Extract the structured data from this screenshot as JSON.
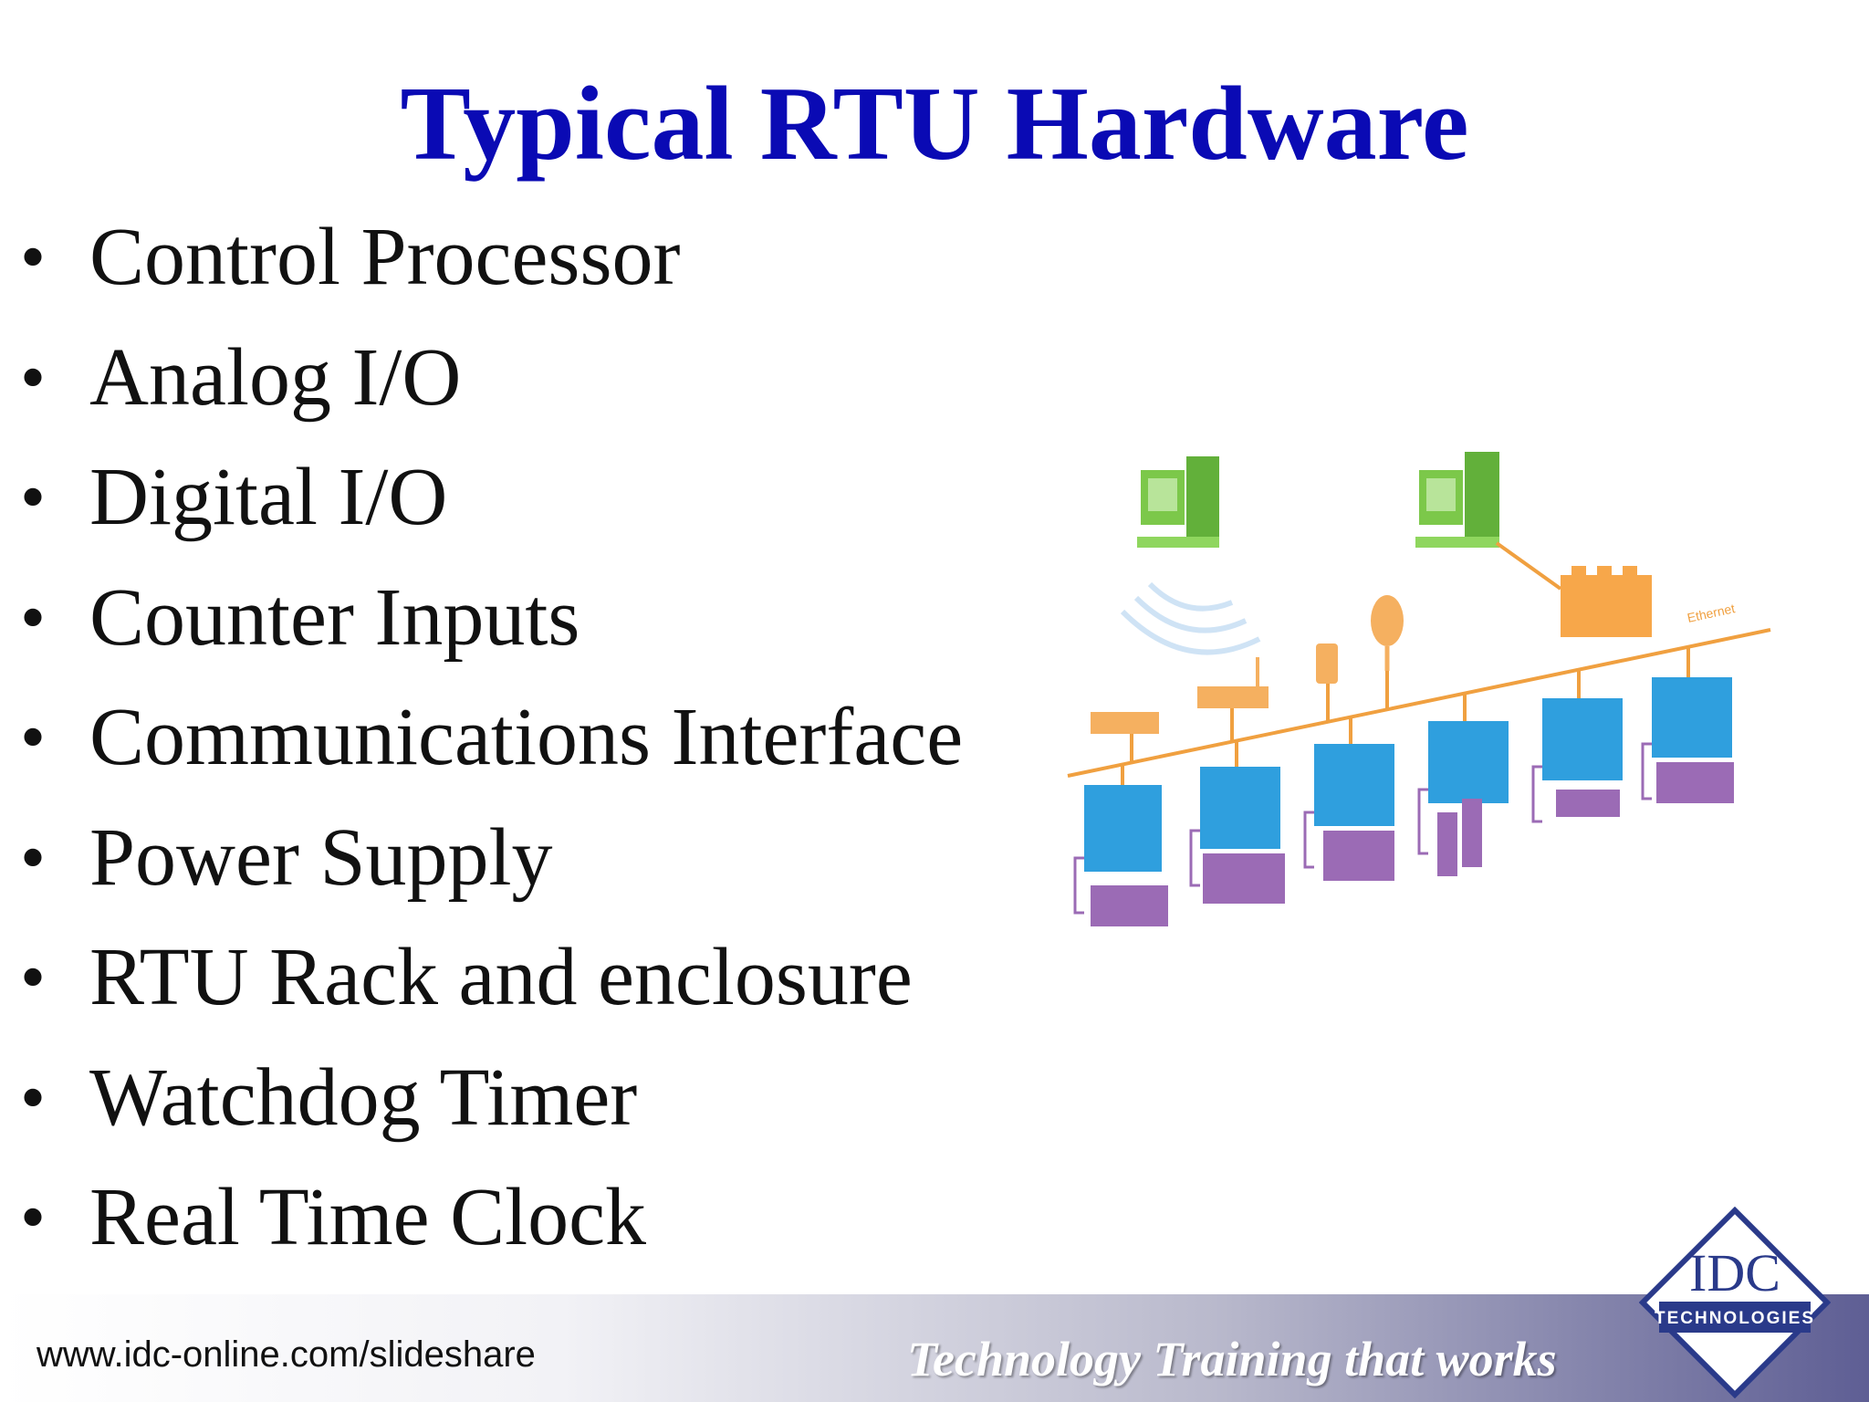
{
  "slide": {
    "title": "Typical RTU Hardware",
    "bullet_symbol": "•",
    "bullets": [
      "Control Processor",
      "Analog I/O",
      "Digital I/O",
      "Counter Inputs",
      "Communications Interface",
      "Power Supply",
      "RTU Rack and enclosure",
      "Watchdog Timer",
      "Real Time Clock"
    ]
  },
  "diagram": {
    "bus_label": "Ethernet"
  },
  "footer": {
    "url": "www.idc-online.com/slideshare",
    "tagline": "Technology Training that works",
    "logo_title": "IDC",
    "logo_subtitle": "TECHNOLOGIES"
  },
  "colors": {
    "title": "#0a0ab4",
    "network_bus": "#f0a040",
    "workstation": "#7cc84a",
    "rtu_panel": "#2f9fde",
    "io_module": "#9b6bb5",
    "footer_dark": "#5e5e94"
  }
}
